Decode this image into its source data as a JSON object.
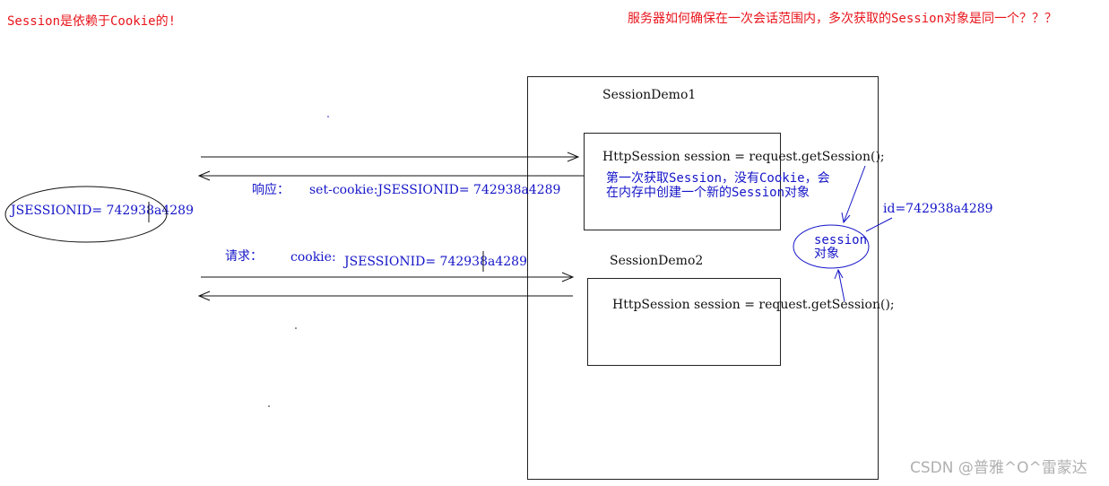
{
  "notes": {
    "top_left": "Session是依赖于Cookie的!",
    "top_right": "服务器如何确保在一次会话范围内，多次获取的Session对象是同一个？？？"
  },
  "server": {
    "demo1_title": "SessionDemo1",
    "demo1_code": "HttpSession session = request.getSession();",
    "demo1_note_line1": "第一次获取Session，没有Cookie，会",
    "demo1_note_line2": "在内存中创建一个新的Session对象",
    "demo2_title": "SessionDemo2",
    "demo2_code": "HttpSession session = request.getSession();"
  },
  "client": {
    "cookie_label": "JSESSIONID= 742938a4289"
  },
  "messages": {
    "response_label": "响应：",
    "response_value": "set-cookie:JSESSIONID= 742938a4289",
    "request_label": "请求：",
    "request_cookie": "cookie:",
    "request_value": "JSESSIONID= 742938a4289"
  },
  "session_object": {
    "label_line1": "session",
    "label_line2": "对象",
    "id": "id=742938a4289"
  },
  "watermark": "CSDN @普雅^O^雷蒙达"
}
